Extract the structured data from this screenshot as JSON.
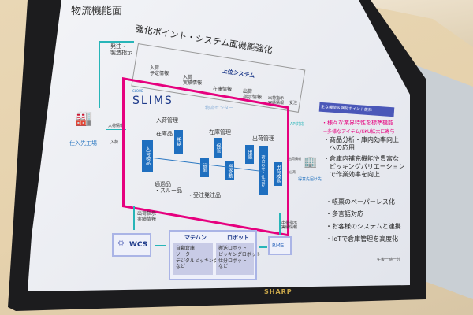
{
  "slide": {
    "section_title": "物流機能面",
    "title": "強化ポイント・システム面機能強化",
    "top_system": "上位システム",
    "order_instruction": "発注・\n製造指示",
    "flows_top": [
      "入荷\n予定情報",
      "入荷\n実績情報",
      "在庫情報",
      "出荷\n指示情報",
      "出荷指示\n実績情報",
      "受注"
    ],
    "supplier": "仕入先工場",
    "supplier_flows": [
      "入荷情報",
      "入荷"
    ],
    "slims_brand": "CLOUD",
    "slims": "SLIMS",
    "center": "物流センター",
    "groups": {
      "receiving": "入荷管理",
      "stock": "在庫管理",
      "shipping": "出荷管理",
      "stock_item": "在庫品"
    },
    "blocks": [
      "入荷検品",
      "格納",
      "保管",
      "棚卸",
      "棚移動",
      "出庫",
      "荷合わせ・仕分け",
      "出荷検品"
    ],
    "through": "通過品\n・スルー品",
    "order_item": "・受注発注品",
    "api": "API対応",
    "customer": "得意先届け先",
    "customer_flows": [
      "出荷情報",
      "出荷"
    ],
    "wcs_flow": "出荷指示\n実績情報",
    "rms_flow": "出荷指示\n実績情報",
    "wcs": "WCS",
    "rms": "RMS",
    "matehan": {
      "title": "マテハン",
      "items": "自動倉庫\nソーター\nデジタルピッキング\nなど"
    },
    "robot": {
      "title": "ロボット",
      "items": "搬送ロボット\nピッキングロボット\n仕分ロボット\nなど"
    },
    "panel_title": "主な機能＆強化ポイント抜粋",
    "highlights": [
      "・様々な業界特性を標準機能",
      "⇒多様なアイテム/SKU拡大に寄与"
    ],
    "points": [
      "・商品分析・庫内効率向上\n　への応用",
      "・倉庫内補充機能や豊富な\n　ピッキングバリエーション\n　で作業効率を向上",
      "・帳票のペーパーレス化",
      "・多言語対応",
      "・お客様のシステムと連携",
      "・IoTで倉庫管理を高度化"
    ],
    "footer": "午後一時一分"
  },
  "tv_brand": "SHARP",
  "colors": {
    "frame": "#e6007e",
    "accent": "#27b5b8",
    "block": "#1f6fbf",
    "highlight": "#e6007e",
    "panel": "#4a57b8"
  }
}
